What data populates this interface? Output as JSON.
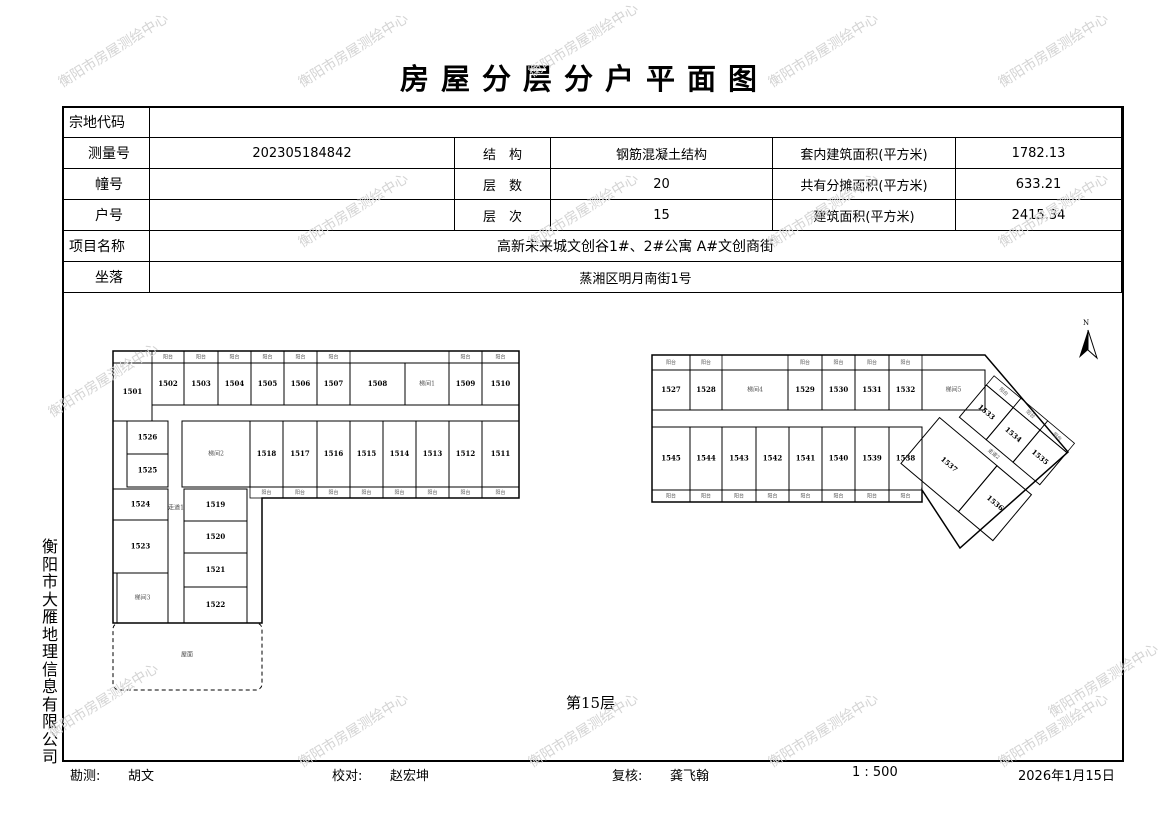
{
  "title": "房屋分层分户平面图",
  "watermark": "衡阳市房屋测绘中心",
  "company": "衡阳市大雁地理信息有限公司",
  "info": {
    "parcel_code_label": "宗地代码",
    "parcel_code": "",
    "survey_no_label": "测量号",
    "survey_no": "202305184842",
    "structure_label": "结　构",
    "structure": "钢筋混凝土结构",
    "inner_area_label": "套内建筑面积(平方米)",
    "inner_area": "1782.13",
    "building_no_label": "幢号",
    "building_no": "",
    "floors_label": "层　数",
    "floors": "20",
    "shared_area_label": "共有分摊面积(平方米)",
    "shared_area": "633.21",
    "unit_no_label": "户号",
    "unit_no": "",
    "floor_label": "层　次",
    "floor": "15",
    "total_area_label": "建筑面积(平方米)",
    "total_area": "2415.34",
    "project_label": "项目名称",
    "project": "高新未来城文创谷1#、2#公寓 A#文创商街",
    "location_label": "坐落",
    "location": "蒸湘区明月南街1号"
  },
  "plan": {
    "floor_name": "第15层",
    "north": "N",
    "balcony": "阳台",
    "roof": "屋面",
    "corridor1": "走道1",
    "corridor2": "走道2",
    "rooms": [
      "1501",
      "1502",
      "1503",
      "1504",
      "1505",
      "1506",
      "1507",
      "1508",
      "梯间1",
      "1509",
      "1510",
      "梯间2",
      "1518",
      "1517",
      "1516",
      "1515",
      "1514",
      "1513",
      "1512",
      "1511",
      "1526",
      "1525",
      "1524",
      "1523",
      "梯间3",
      "1519",
      "1520",
      "1521",
      "1522",
      "1527",
      "1528",
      "梯间4",
      "1529",
      "1530",
      "1531",
      "1532",
      "梯间5",
      "1545",
      "1544",
      "1543",
      "1542",
      "1541",
      "1540",
      "1539",
      "1538",
      "1533",
      "1534",
      "1535",
      "1537",
      "1536"
    ]
  },
  "footer": {
    "surveyor_label": "勘测:",
    "surveyor": "胡文",
    "checker_label": "校对:",
    "checker": "赵宏坤",
    "reviewer_label": "复核:",
    "reviewer": "龚飞翰",
    "scale": "1 : 500",
    "date": "2026年1月15日"
  }
}
